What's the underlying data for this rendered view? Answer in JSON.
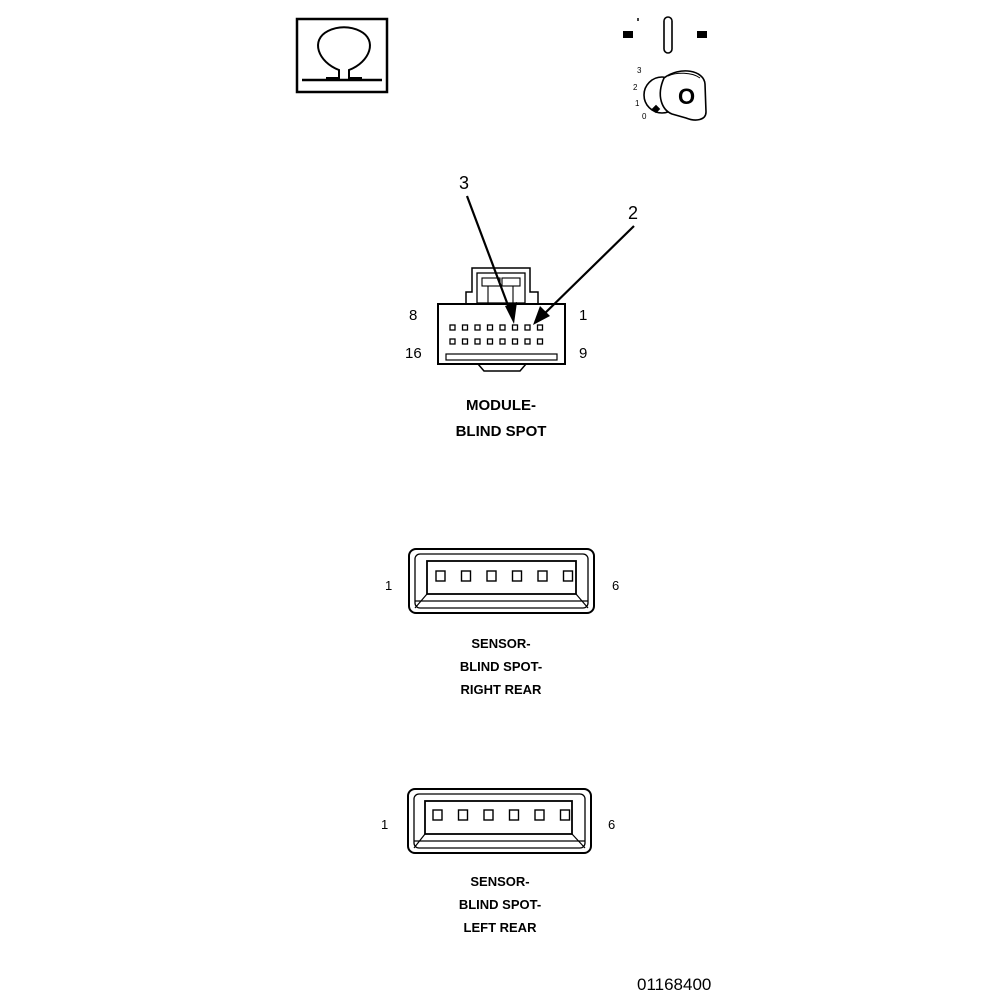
{
  "ohm_symbol": "Ω",
  "ignition": {
    "positions": [
      "3",
      "2",
      "1",
      "0"
    ],
    "key_label": "O"
  },
  "module": {
    "title_line1": "MODULE-",
    "title_line2": "BLIND SPOT",
    "pin_top_left": "8",
    "pin_top_right": "1",
    "pin_bottom_left": "16",
    "pin_bottom_right": "9",
    "callouts": [
      "3",
      "2"
    ]
  },
  "sensor_right": {
    "line1": "SENSOR-",
    "line2": "BLIND SPOT-",
    "line3": "RIGHT REAR",
    "pin_left": "1",
    "pin_right": "6"
  },
  "sensor_left": {
    "line1": "SENSOR-",
    "line2": "BLIND SPOT-",
    "line3": "LEFT REAR",
    "pin_left": "1",
    "pin_right": "6"
  },
  "figure_number": "01168400"
}
